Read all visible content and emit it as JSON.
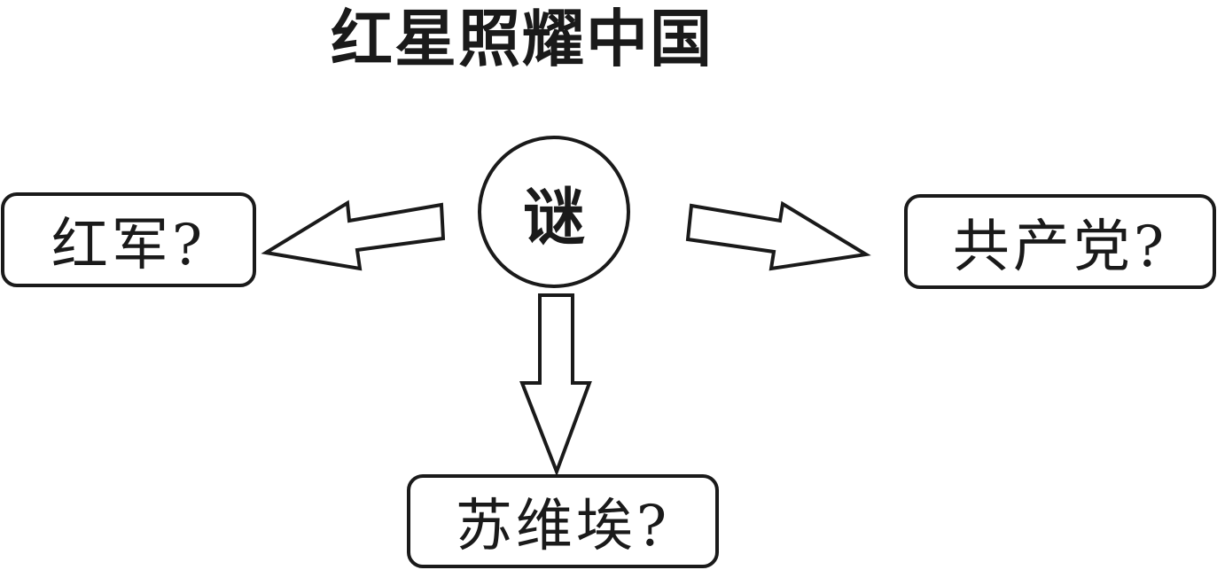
{
  "title": "红星照耀中国",
  "center": {
    "label": "谜"
  },
  "nodes": {
    "left": "红军?",
    "right": "共产党?",
    "bottom": "苏维埃?"
  },
  "colors": {
    "stroke": "#1a1a1a",
    "background": "#ffffff"
  }
}
